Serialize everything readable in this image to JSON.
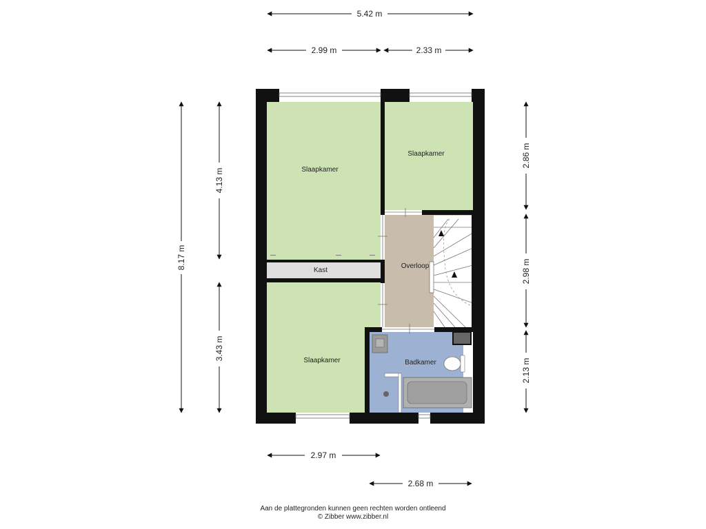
{
  "dimensions": {
    "total_width": "5.42 m",
    "width_left": "2.99 m",
    "width_right": "2.33 m",
    "height_total": "8.17 m",
    "height_left_upper": "4.13 m",
    "height_left_lower": "3.43 m",
    "height_right_upper": "2.86 m",
    "height_right_middle": "2.98 m",
    "height_right_lower": "2.13 m",
    "bottom_left": "2.97 m",
    "bottom_right": "2.68 m"
  },
  "rooms": {
    "bedroom_top_left": "Slaapkamer",
    "bedroom_top_right": "Slaapkamer",
    "bedroom_bottom_left": "Slaapkamer",
    "closet": "Kast",
    "landing": "Overloop",
    "bathroom": "Badkamer"
  },
  "colors": {
    "bedroom": "#cde3b4",
    "closet": "#dedede",
    "landing": "#c8bcad",
    "bathroom": "#9db1d2",
    "wall": "#111111"
  },
  "footer": {
    "disclaimer": "Aan de plattegronden kunnen geen rechten worden ontleend",
    "copyright": "© Zibber www.zibber.nl"
  }
}
